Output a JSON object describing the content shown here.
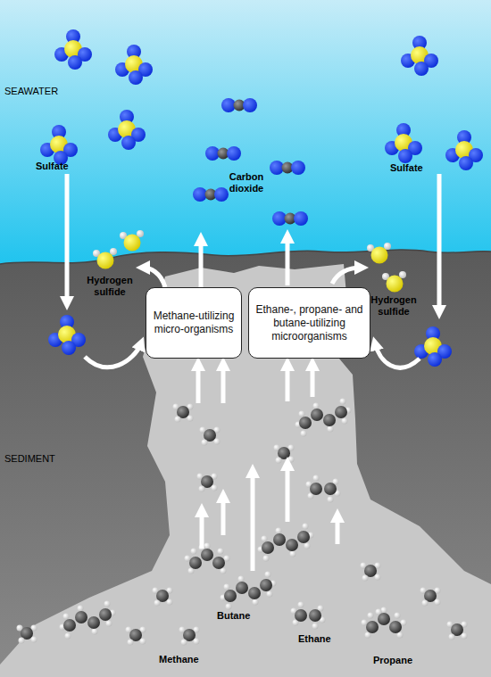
{
  "diagram": {
    "nodes": [
      {
        "text": [
          "Methane-utilizing micro-organisms"
        ]
      },
      {
        "text": [
          "Ethane-, propane- and butane-utilizing microorganisms"
        ]
      }
    ],
    "labels": [
      "SEAWATER",
      "Sulfate",
      "Carbon dioxide",
      "Sulfate",
      "Hydrogen sulfide",
      "Hydrogen sulfide",
      "SEDIMENT",
      "Methane",
      "Butane",
      "Ethane",
      "Propane"
    ]
  }
}
